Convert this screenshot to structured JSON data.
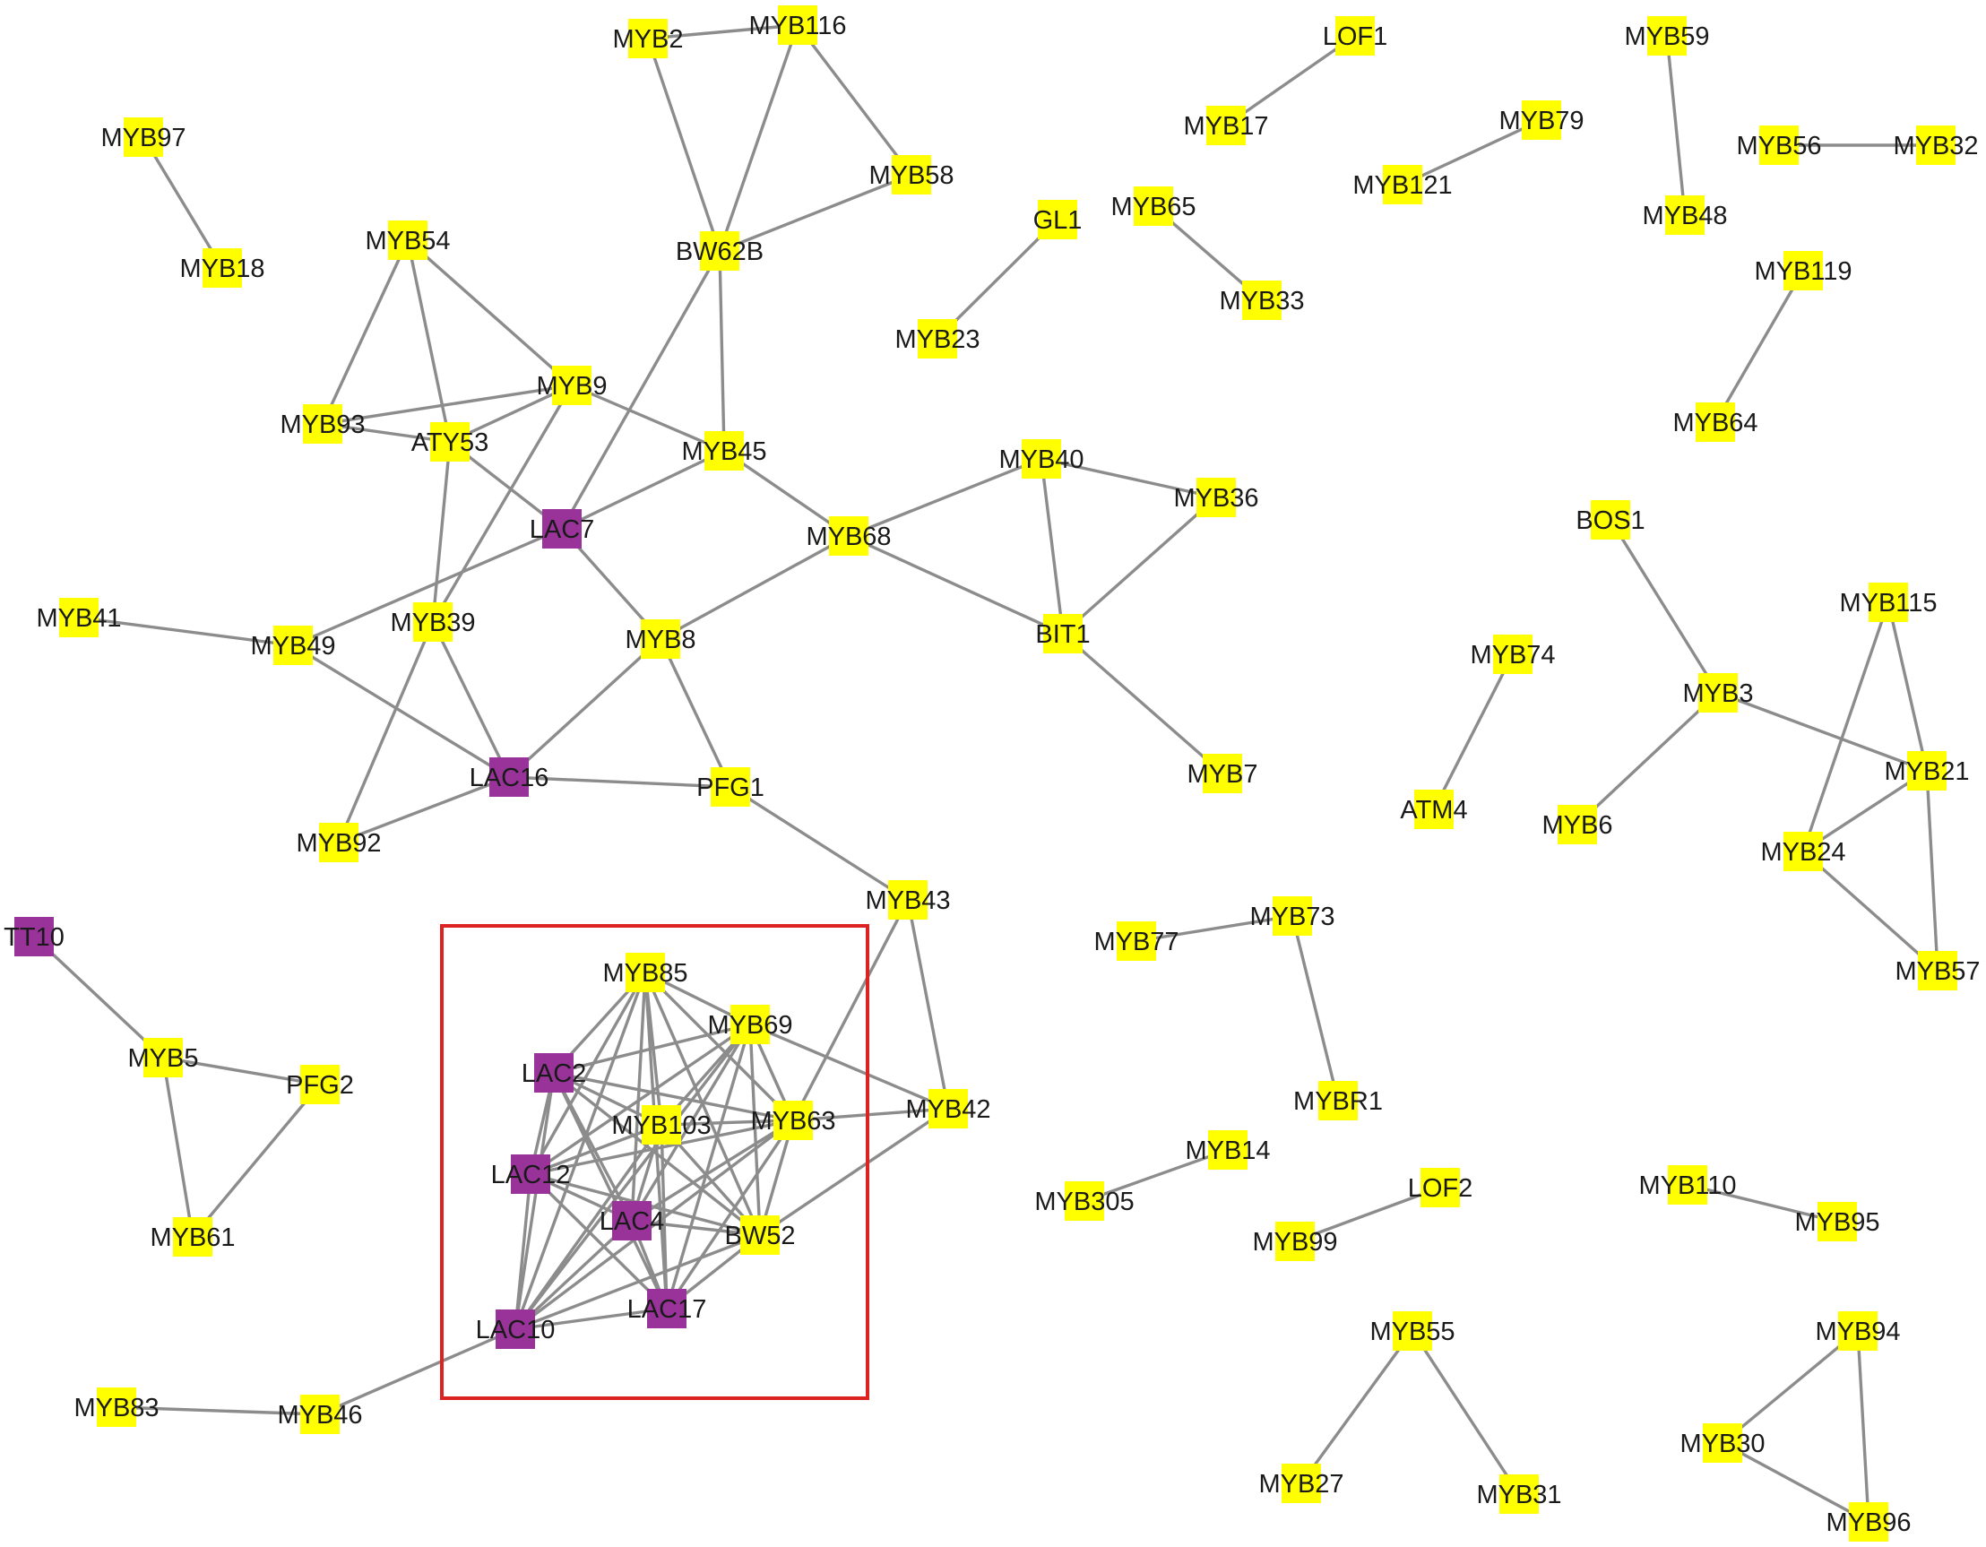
{
  "colors": {
    "background": "#ffffff",
    "edge": "#8c8c8c",
    "highlight_box": "#dd2222",
    "node_categories": {
      "yellow": "#ffff00",
      "purple": "#993399"
    },
    "label": "#1a1a1a"
  },
  "nodes": [
    {
      "id": "MYB2",
      "category": "yellow"
    },
    {
      "id": "MYB116",
      "category": "yellow"
    },
    {
      "id": "MYB58",
      "category": "yellow"
    },
    {
      "id": "BW62B",
      "category": "yellow"
    },
    {
      "id": "MYB97",
      "category": "yellow"
    },
    {
      "id": "MYB18",
      "category": "yellow"
    },
    {
      "id": "MYB54",
      "category": "yellow"
    },
    {
      "id": "MYB9",
      "category": "yellow"
    },
    {
      "id": "MYB93",
      "category": "yellow"
    },
    {
      "id": "ATY53",
      "category": "yellow"
    },
    {
      "id": "MYB45",
      "category": "yellow"
    },
    {
      "id": "LAC7",
      "category": "purple"
    },
    {
      "id": "MYB68",
      "category": "yellow"
    },
    {
      "id": "MYB41",
      "category": "yellow"
    },
    {
      "id": "MYB49",
      "category": "yellow"
    },
    {
      "id": "MYB39",
      "category": "yellow"
    },
    {
      "id": "MYB8",
      "category": "yellow"
    },
    {
      "id": "LAC16",
      "category": "purple"
    },
    {
      "id": "PFG1",
      "category": "yellow"
    },
    {
      "id": "MYB92",
      "category": "yellow"
    },
    {
      "id": "MYB43",
      "category": "yellow"
    },
    {
      "id": "GL1",
      "category": "yellow"
    },
    {
      "id": "MYB23",
      "category": "yellow"
    },
    {
      "id": "MYB65",
      "category": "yellow"
    },
    {
      "id": "MYB33",
      "category": "yellow"
    },
    {
      "id": "LOF1",
      "category": "yellow"
    },
    {
      "id": "MYB17",
      "category": "yellow"
    },
    {
      "id": "MYB79",
      "category": "yellow"
    },
    {
      "id": "MYB121",
      "category": "yellow"
    },
    {
      "id": "MYB59",
      "category": "yellow"
    },
    {
      "id": "MYB48",
      "category": "yellow"
    },
    {
      "id": "MYB56",
      "category": "yellow"
    },
    {
      "id": "MYB32",
      "category": "yellow"
    },
    {
      "id": "MYB119",
      "category": "yellow"
    },
    {
      "id": "MYB64",
      "category": "yellow"
    },
    {
      "id": "MYB40",
      "category": "yellow"
    },
    {
      "id": "MYB36",
      "category": "yellow"
    },
    {
      "id": "BIT1",
      "category": "yellow"
    },
    {
      "id": "MYB7",
      "category": "yellow"
    },
    {
      "id": "BOS1",
      "category": "yellow"
    },
    {
      "id": "MYB3",
      "category": "yellow"
    },
    {
      "id": "MYB6",
      "category": "yellow"
    },
    {
      "id": "MYB115",
      "category": "yellow"
    },
    {
      "id": "MYB21",
      "category": "yellow"
    },
    {
      "id": "MYB24",
      "category": "yellow"
    },
    {
      "id": "MYB57",
      "category": "yellow"
    },
    {
      "id": "MYB74",
      "category": "yellow"
    },
    {
      "id": "ATM4",
      "category": "yellow"
    },
    {
      "id": "TT10",
      "category": "purple"
    },
    {
      "id": "MYB5",
      "category": "yellow"
    },
    {
      "id": "PFG2",
      "category": "yellow"
    },
    {
      "id": "MYB61",
      "category": "yellow"
    },
    {
      "id": "MYB85",
      "category": "yellow"
    },
    {
      "id": "MYB69",
      "category": "yellow"
    },
    {
      "id": "LAC2",
      "category": "purple"
    },
    {
      "id": "MYB103",
      "category": "yellow"
    },
    {
      "id": "MYB63",
      "category": "yellow"
    },
    {
      "id": "MYB42",
      "category": "yellow"
    },
    {
      "id": "LAC12",
      "category": "purple"
    },
    {
      "id": "LAC4",
      "category": "purple"
    },
    {
      "id": "BW52",
      "category": "yellow"
    },
    {
      "id": "LAC17",
      "category": "purple"
    },
    {
      "id": "LAC10",
      "category": "purple"
    },
    {
      "id": "MYB83",
      "category": "yellow"
    },
    {
      "id": "MYB46",
      "category": "yellow"
    },
    {
      "id": "MYB77",
      "category": "yellow"
    },
    {
      "id": "MYB73",
      "category": "yellow"
    },
    {
      "id": "MYBR1",
      "category": "yellow"
    },
    {
      "id": "MYB14",
      "category": "yellow"
    },
    {
      "id": "MYB305",
      "category": "yellow"
    },
    {
      "id": "LOF2",
      "category": "yellow"
    },
    {
      "id": "MYB99",
      "category": "yellow"
    },
    {
      "id": "MYB110",
      "category": "yellow"
    },
    {
      "id": "MYB95",
      "category": "yellow"
    },
    {
      "id": "MYB55",
      "category": "yellow"
    },
    {
      "id": "MYB27",
      "category": "yellow"
    },
    {
      "id": "MYB31",
      "category": "yellow"
    },
    {
      "id": "MYB94",
      "category": "yellow"
    },
    {
      "id": "MYB30",
      "category": "yellow"
    },
    {
      "id": "MYB96",
      "category": "yellow"
    }
  ],
  "edges": [
    [
      "MYB2",
      "MYB116"
    ],
    [
      "MYB2",
      "BW62B"
    ],
    [
      "MYB116",
      "BW62B"
    ],
    [
      "MYB116",
      "MYB58"
    ],
    [
      "MYB58",
      "BW62B"
    ],
    [
      "BW62B",
      "MYB45"
    ],
    [
      "BW62B",
      "LAC7"
    ],
    [
      "MYB97",
      "MYB18"
    ],
    [
      "MYB54",
      "MYB93"
    ],
    [
      "MYB54",
      "ATY53"
    ],
    [
      "MYB54",
      "MYB9"
    ],
    [
      "MYB93",
      "MYB9"
    ],
    [
      "MYB93",
      "ATY53"
    ],
    [
      "ATY53",
      "MYB9"
    ],
    [
      "MYB9",
      "MYB45"
    ],
    [
      "MYB9",
      "MYB39"
    ],
    [
      "ATY53",
      "LAC7"
    ],
    [
      "ATY53",
      "MYB39"
    ],
    [
      "MYB45",
      "LAC7"
    ],
    [
      "MYB45",
      "MYB68"
    ],
    [
      "LAC7",
      "MYB49"
    ],
    [
      "LAC7",
      "MYB8"
    ],
    [
      "MYB41",
      "MYB49"
    ],
    [
      "MYB49",
      "LAC16"
    ],
    [
      "MYB39",
      "LAC16"
    ],
    [
      "MYB39",
      "MYB92"
    ],
    [
      "MYB8",
      "LAC16"
    ],
    [
      "MYB8",
      "PFG1"
    ],
    [
      "MYB8",
      "MYB68"
    ],
    [
      "LAC16",
      "PFG1"
    ],
    [
      "LAC16",
      "MYB92"
    ],
    [
      "PFG1",
      "MYB43"
    ],
    [
      "MYB68",
      "MYB40"
    ],
    [
      "MYB68",
      "BIT1"
    ],
    [
      "MYB40",
      "MYB36"
    ],
    [
      "MYB40",
      "BIT1"
    ],
    [
      "MYB36",
      "BIT1"
    ],
    [
      "BIT1",
      "MYB7"
    ],
    [
      "GL1",
      "MYB23"
    ],
    [
      "MYB65",
      "MYB33"
    ],
    [
      "LOF1",
      "MYB17"
    ],
    [
      "MYB79",
      "MYB121"
    ],
    [
      "MYB59",
      "MYB48"
    ],
    [
      "MYB56",
      "MYB32"
    ],
    [
      "MYB119",
      "MYB64"
    ],
    [
      "BOS1",
      "MYB3"
    ],
    [
      "MYB3",
      "MYB6"
    ],
    [
      "MYB3",
      "MYB21"
    ],
    [
      "MYB115",
      "MYB21"
    ],
    [
      "MYB115",
      "MYB24"
    ],
    [
      "MYB21",
      "MYB24"
    ],
    [
      "MYB21",
      "MYB57"
    ],
    [
      "MYB24",
      "MYB57"
    ],
    [
      "MYB74",
      "ATM4"
    ],
    [
      "TT10",
      "MYB5"
    ],
    [
      "MYB5",
      "PFG2"
    ],
    [
      "MYB5",
      "MYB61"
    ],
    [
      "PFG2",
      "MYB61"
    ],
    [
      "MYB43",
      "MYB63"
    ],
    [
      "MYB43",
      "MYB42"
    ],
    [
      "MYB85",
      "MYB69"
    ],
    [
      "MYB85",
      "LAC2"
    ],
    [
      "MYB85",
      "MYB103"
    ],
    [
      "MYB85",
      "MYB63"
    ],
    [
      "MYB85",
      "LAC12"
    ],
    [
      "MYB85",
      "LAC4"
    ],
    [
      "MYB85",
      "BW52"
    ],
    [
      "MYB85",
      "LAC17"
    ],
    [
      "MYB85",
      "LAC10"
    ],
    [
      "MYB69",
      "LAC2"
    ],
    [
      "MYB69",
      "MYB103"
    ],
    [
      "MYB69",
      "MYB63"
    ],
    [
      "MYB69",
      "LAC12"
    ],
    [
      "MYB69",
      "LAC4"
    ],
    [
      "MYB69",
      "BW52"
    ],
    [
      "MYB69",
      "LAC17"
    ],
    [
      "MYB69",
      "LAC10"
    ],
    [
      "MYB69",
      "MYB42"
    ],
    [
      "LAC2",
      "MYB103"
    ],
    [
      "LAC2",
      "MYB63"
    ],
    [
      "LAC2",
      "LAC12"
    ],
    [
      "LAC2",
      "LAC4"
    ],
    [
      "LAC2",
      "BW52"
    ],
    [
      "LAC2",
      "LAC17"
    ],
    [
      "LAC2",
      "LAC10"
    ],
    [
      "MYB103",
      "MYB63"
    ],
    [
      "MYB103",
      "LAC12"
    ],
    [
      "MYB103",
      "LAC4"
    ],
    [
      "MYB103",
      "BW52"
    ],
    [
      "MYB103",
      "LAC17"
    ],
    [
      "MYB103",
      "LAC10"
    ],
    [
      "MYB63",
      "LAC12"
    ],
    [
      "MYB63",
      "LAC4"
    ],
    [
      "MYB63",
      "BW52"
    ],
    [
      "MYB63",
      "LAC17"
    ],
    [
      "MYB63",
      "LAC10"
    ],
    [
      "MYB63",
      "MYB42"
    ],
    [
      "LAC12",
      "LAC4"
    ],
    [
      "LAC12",
      "BW52"
    ],
    [
      "LAC12",
      "LAC17"
    ],
    [
      "LAC12",
      "LAC10"
    ],
    [
      "LAC4",
      "BW52"
    ],
    [
      "LAC4",
      "LAC17"
    ],
    [
      "LAC4",
      "LAC10"
    ],
    [
      "BW52",
      "LAC17"
    ],
    [
      "BW52",
      "LAC10"
    ],
    [
      "BW52",
      "MYB42"
    ],
    [
      "LAC17",
      "LAC10"
    ],
    [
      "LAC10",
      "MYB46"
    ],
    [
      "MYB83",
      "MYB46"
    ],
    [
      "MYB77",
      "MYB73"
    ],
    [
      "MYB73",
      "MYBR1"
    ],
    [
      "MYB14",
      "MYB305"
    ],
    [
      "LOF2",
      "MYB99"
    ],
    [
      "MYB110",
      "MYB95"
    ],
    [
      "MYB55",
      "MYB27"
    ],
    [
      "MYB55",
      "MYB31"
    ],
    [
      "MYB94",
      "MYB30"
    ],
    [
      "MYB94",
      "MYB96"
    ],
    [
      "MYB30",
      "MYB96"
    ]
  ]
}
